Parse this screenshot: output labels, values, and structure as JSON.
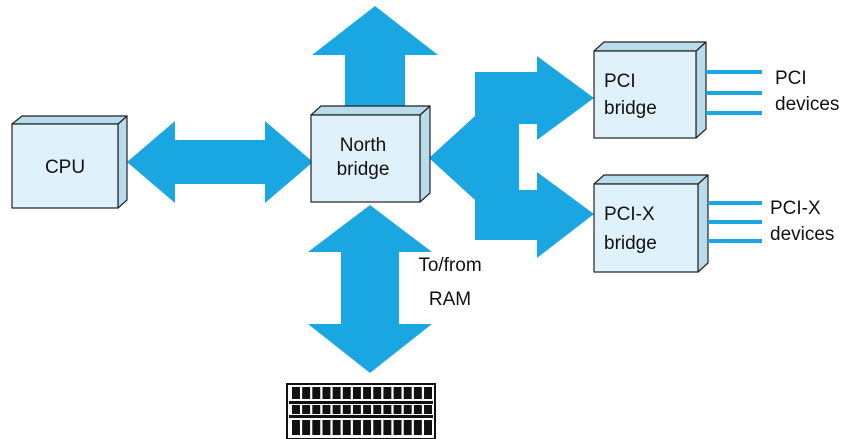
{
  "colors": {
    "arrow": "#1aa7e1",
    "box_face": "#dff1fa",
    "box_side": "#b9dcec",
    "outline": "#222222",
    "text": "#111111",
    "ram": "#111111"
  },
  "nodes": {
    "cpu": {
      "label": "CPU"
    },
    "north_bridge": {
      "label_line1": "North",
      "label_line2": "bridge"
    },
    "pci_bridge": {
      "label_line1": "PCI",
      "label_line2": "bridge"
    },
    "pcix_bridge": {
      "label_line1": "PCI-X",
      "label_line2": "bridge"
    }
  },
  "labels": {
    "pci_devices": {
      "line1": "PCI",
      "line2": "devices"
    },
    "pcix_devices": {
      "line1": "PCI-X",
      "line2": "devices"
    },
    "ram_link": {
      "line1": "To/from",
      "line2": "RAM"
    }
  },
  "icons": {
    "ram": "ram-module-icon"
  }
}
